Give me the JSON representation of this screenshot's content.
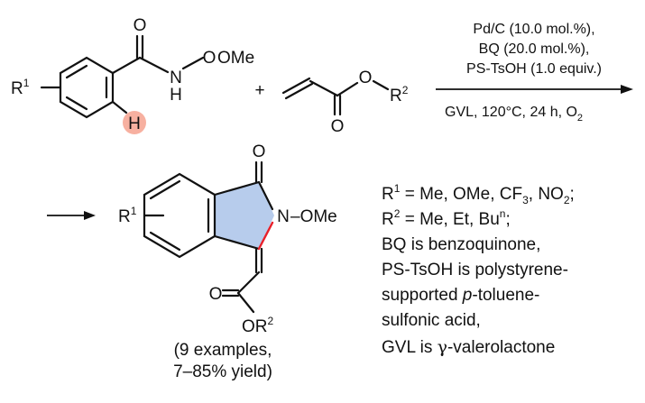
{
  "reactant1": {
    "carbonyl_o": "O",
    "nh_n": "N",
    "nh_h": "H",
    "o_link": "O",
    "ome": "OMe",
    "r_symbol": "R",
    "r_sup": "1",
    "ch_h": "H",
    "highlight_color": "#f7b0a0"
  },
  "plus_sign": "+",
  "reactant2": {
    "o_link": "O",
    "carbonyl_o": "O",
    "r_symbol": "R",
    "r_sup": "2"
  },
  "conditions": {
    "line1": "Pd/C (10.0 mol.%),",
    "line2": "BQ (20.0 mol.%),",
    "line3": "PS-TsOH (1.0 equiv.)",
    "below_main": "GVL, 120°C, 24 h, O",
    "below_sub": "2"
  },
  "product": {
    "carbonyl_o": "O",
    "n_label": "N",
    "n_ome": "–OMe",
    "r_symbol": "R",
    "r_sup": "1",
    "ester_o": "O",
    "or_label": "OR",
    "or_sup": "2",
    "examples": "(9 examples,",
    "yield": "7–85% yield)",
    "ring_fill": "#b7ccec",
    "new_bond_color": "#e8202a"
  },
  "notes": {
    "l1": {
      "a": "R",
      "b": "1",
      "c": " = Me, OMe, CF",
      "d": "3",
      "e": ", NO",
      "f": "2",
      "g": ";"
    },
    "l2": {
      "a": "R",
      "b": "2",
      "c": " = Me, Et, Bu",
      "d": "n",
      "e": ";"
    },
    "l3": "BQ is benzoquinone,",
    "l4": "PS-TsOH is polystyrene-",
    "l5_a": "supported ",
    "l5_b": "p",
    "l5_c": "-toluene-",
    "l6": "sulfonic acid,",
    "l7_a": "GVL is ",
    "l7_b": "γ",
    "l7_c": "-valerolactone"
  }
}
